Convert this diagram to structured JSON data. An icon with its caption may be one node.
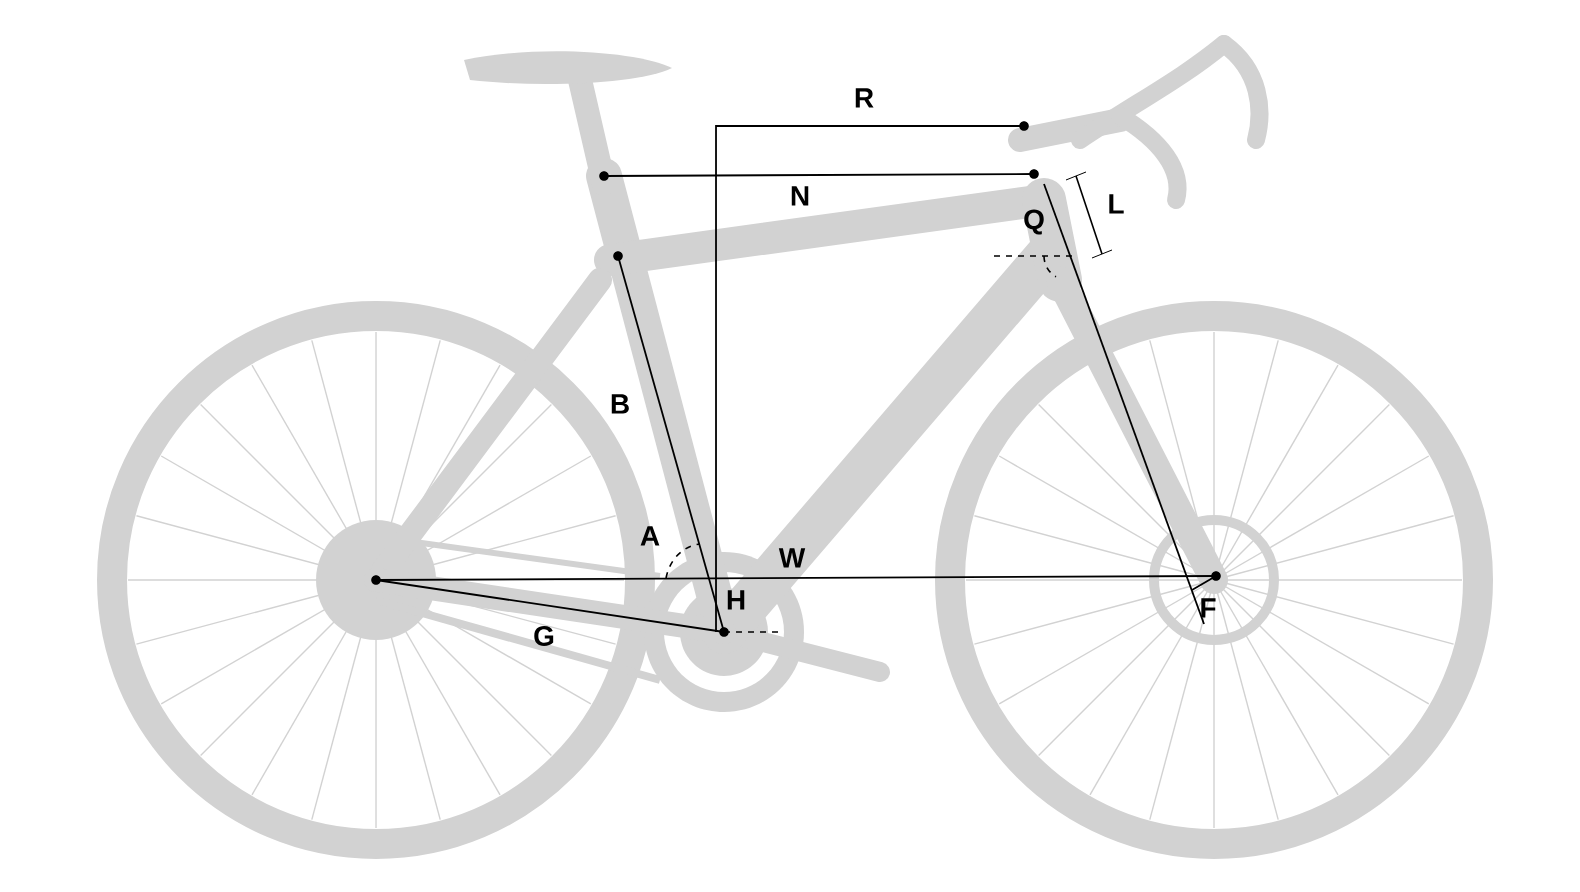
{
  "diagram": {
    "labels": [
      "R",
      "N",
      "L",
      "Q",
      "B",
      "A",
      "W",
      "H",
      "G",
      "F"
    ]
  }
}
